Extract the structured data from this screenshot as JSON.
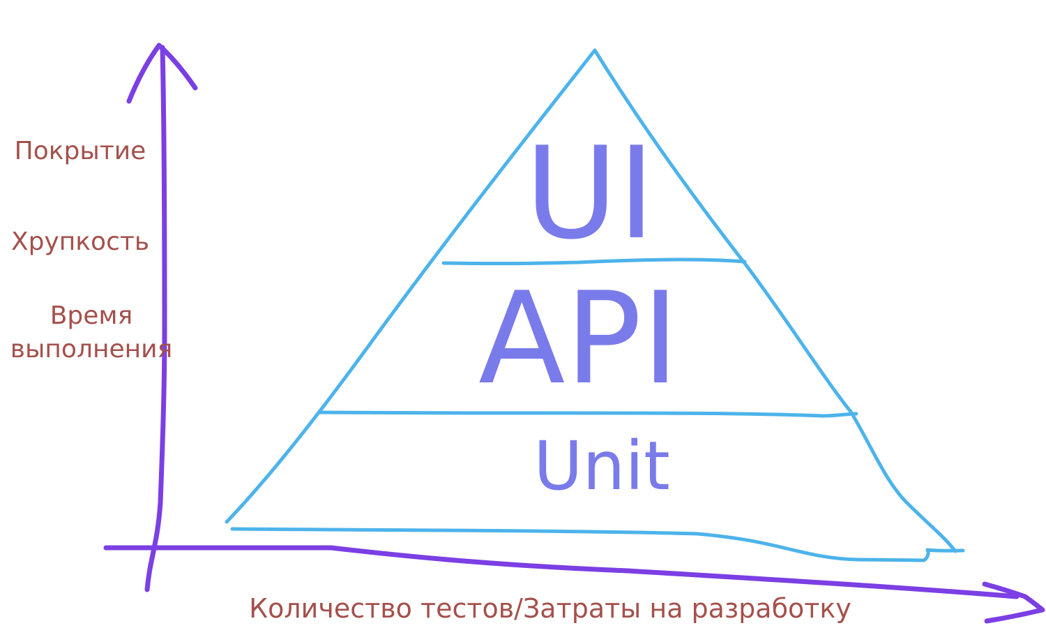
{
  "colors": {
    "axis": "#7b3fe4",
    "pyramid": "#4db3ea",
    "labels": "#a4504b",
    "layers": "#7a7bea"
  },
  "y_axis": {
    "labels": [
      "Покрытие",
      "Хрупкость",
      "Время",
      "выполнения"
    ]
  },
  "x_axis": {
    "label": "Количество тестов/Затраты на разработку"
  },
  "pyramid": {
    "layers": [
      "UI",
      "API",
      "Unit"
    ]
  }
}
